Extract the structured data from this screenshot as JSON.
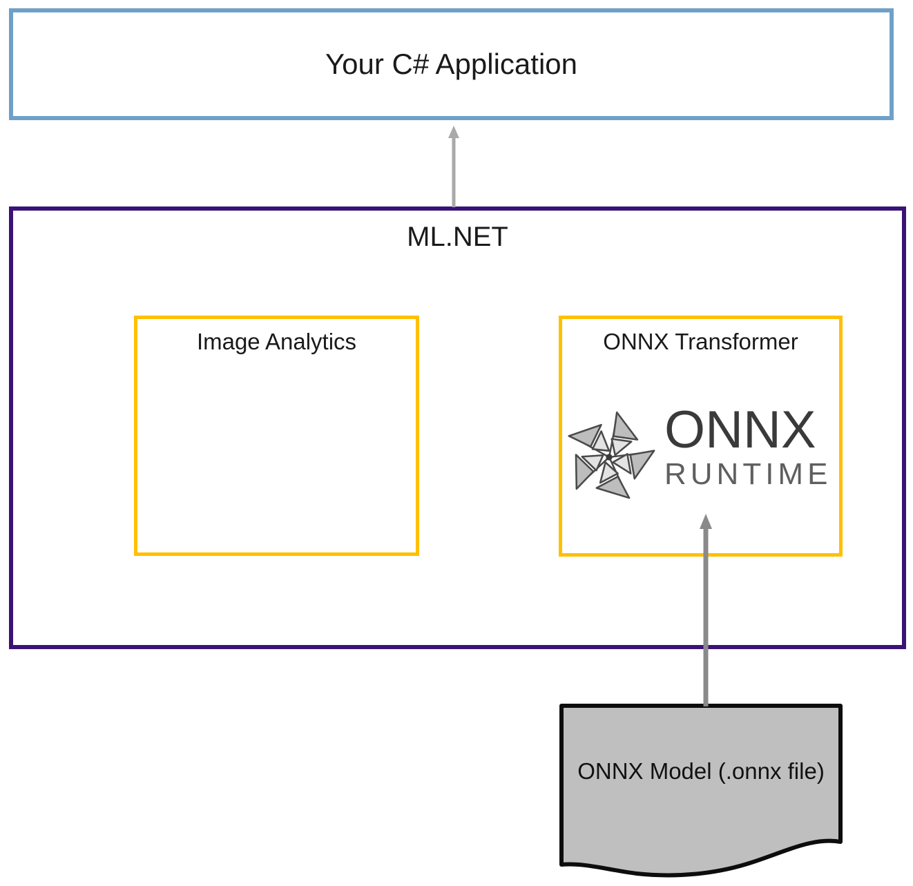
{
  "app_box": {
    "label": "Your C# Application"
  },
  "mlnet_box": {
    "label": "ML.NET"
  },
  "image_analytics_box": {
    "label": "Image Analytics"
  },
  "onnx_transformer_box": {
    "label": "ONNX Transformer"
  },
  "onnx_runtime_logo": {
    "wordmark": "ONNX",
    "subtext": "RUNTIME"
  },
  "onnx_model_shape": {
    "label": "ONNX Model (.onnx file)"
  },
  "colors": {
    "app_box_border": "#6FA0C8",
    "mlnet_box_border": "#3B1277",
    "component_box_border": "#FFC000",
    "model_shape_fill": "#BFBFBF",
    "model_shape_border": "#0D0D0D",
    "arrow_light": "#A9A9A9",
    "arrow_dark": "#8A8A8A",
    "logo_dark": "#3A3A3A",
    "logo_mid": "#5F5F5F"
  }
}
